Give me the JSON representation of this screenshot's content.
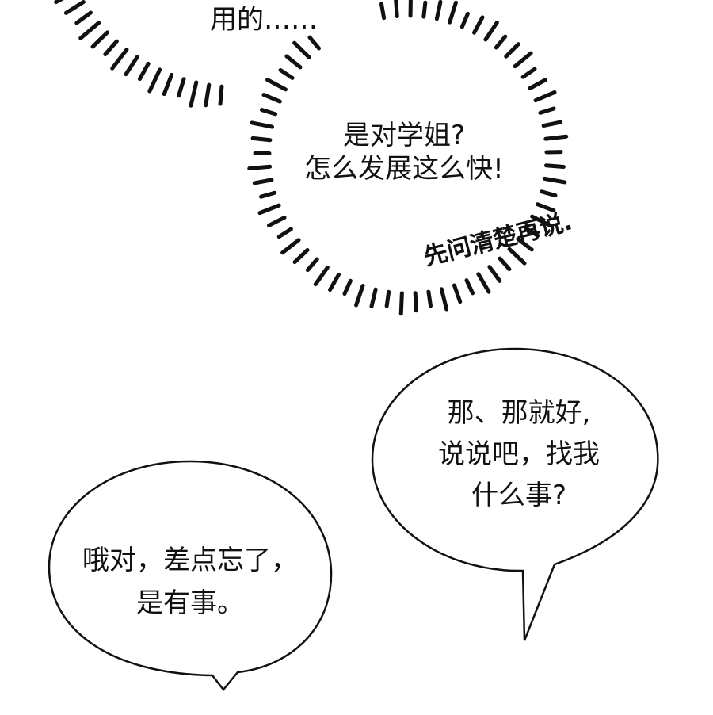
{
  "top_caption": "用的……",
  "thought_burst": {
    "lines": [
      "是对学姐?",
      "怎么发展这么快!"
    ]
  },
  "handwritten_note": "先问清楚再说.",
  "right_bubble": {
    "lines": [
      "那、那就好,",
      "说说吧，找我",
      "什么事?"
    ]
  },
  "left_bubble": {
    "lines": [
      "哦对，差点忘了，",
      "是有事。"
    ]
  }
}
